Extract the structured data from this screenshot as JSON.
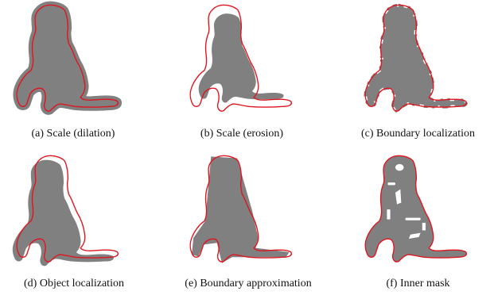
{
  "figure": {
    "captions": {
      "a": "(a) Scale (dilation)",
      "b": "(b) Scale (erosion)",
      "c": "(c) Boundary localization",
      "d": "(d) Object localization",
      "e": "(e) Boundary approximation",
      "f": "(f) Inner mask"
    }
  },
  "colors": {
    "mask_fill": "#808080",
    "contour": "#e0141e",
    "background": "#ffffff"
  }
}
